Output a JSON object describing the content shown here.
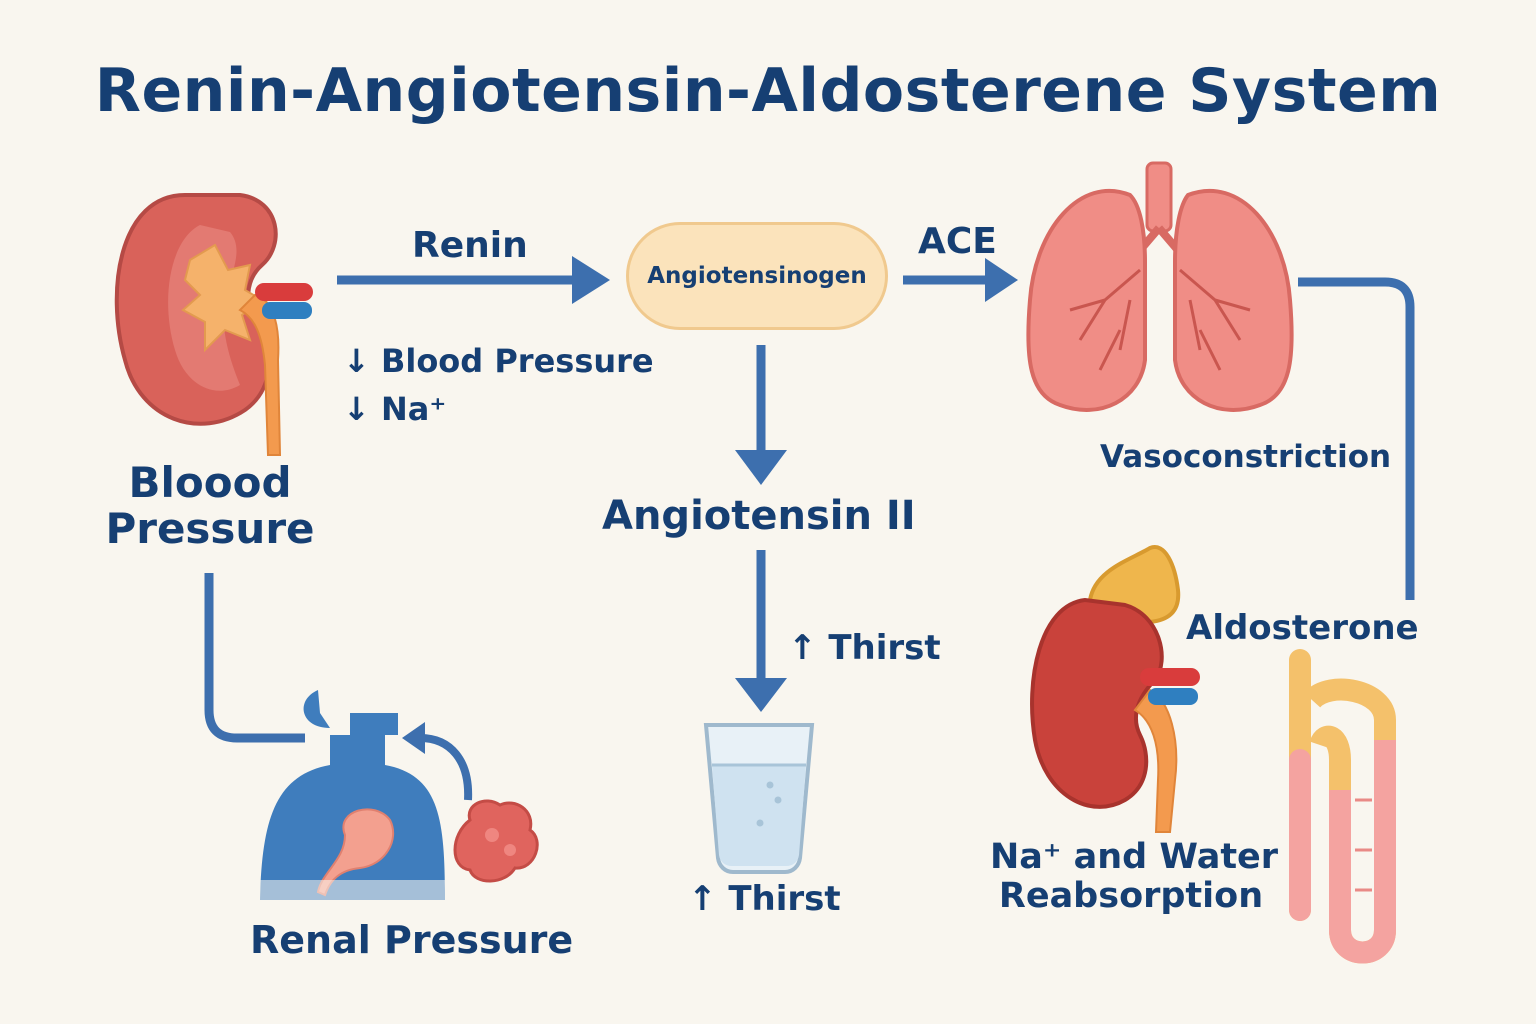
{
  "title": "Renin-Angiotensin-Aldosterene System",
  "labels": {
    "renin": "Renin",
    "angiotensinogen": "Angiotensinogen",
    "ace": "ACE",
    "low_bp": "↓ Blood Pressure",
    "low_na": "↓ Na⁺",
    "blood_pressure_line1": "Bloood",
    "blood_pressure_line2": "Pressure",
    "angiotensin_ii": "Angiotensin II",
    "vasoconstriction": "Vasoconstriction",
    "thirst_side": "↑ Thirst",
    "thirst_bottom": "↑ Thirst",
    "aldosterone": "Aldosterone",
    "reabsorption_line1": "Na⁺ and Water",
    "reabsorption_line2": "Reabsorption",
    "renal_pressure": "Renal Pressure"
  },
  "colors": {
    "arrow": "#3d6fae",
    "text": "#163f73",
    "kidney": "#d9625a",
    "lung": "#f08d86",
    "adrenal": "#efb64c",
    "body": "#3f7dbd",
    "pill": "#fbe3bb"
  }
}
